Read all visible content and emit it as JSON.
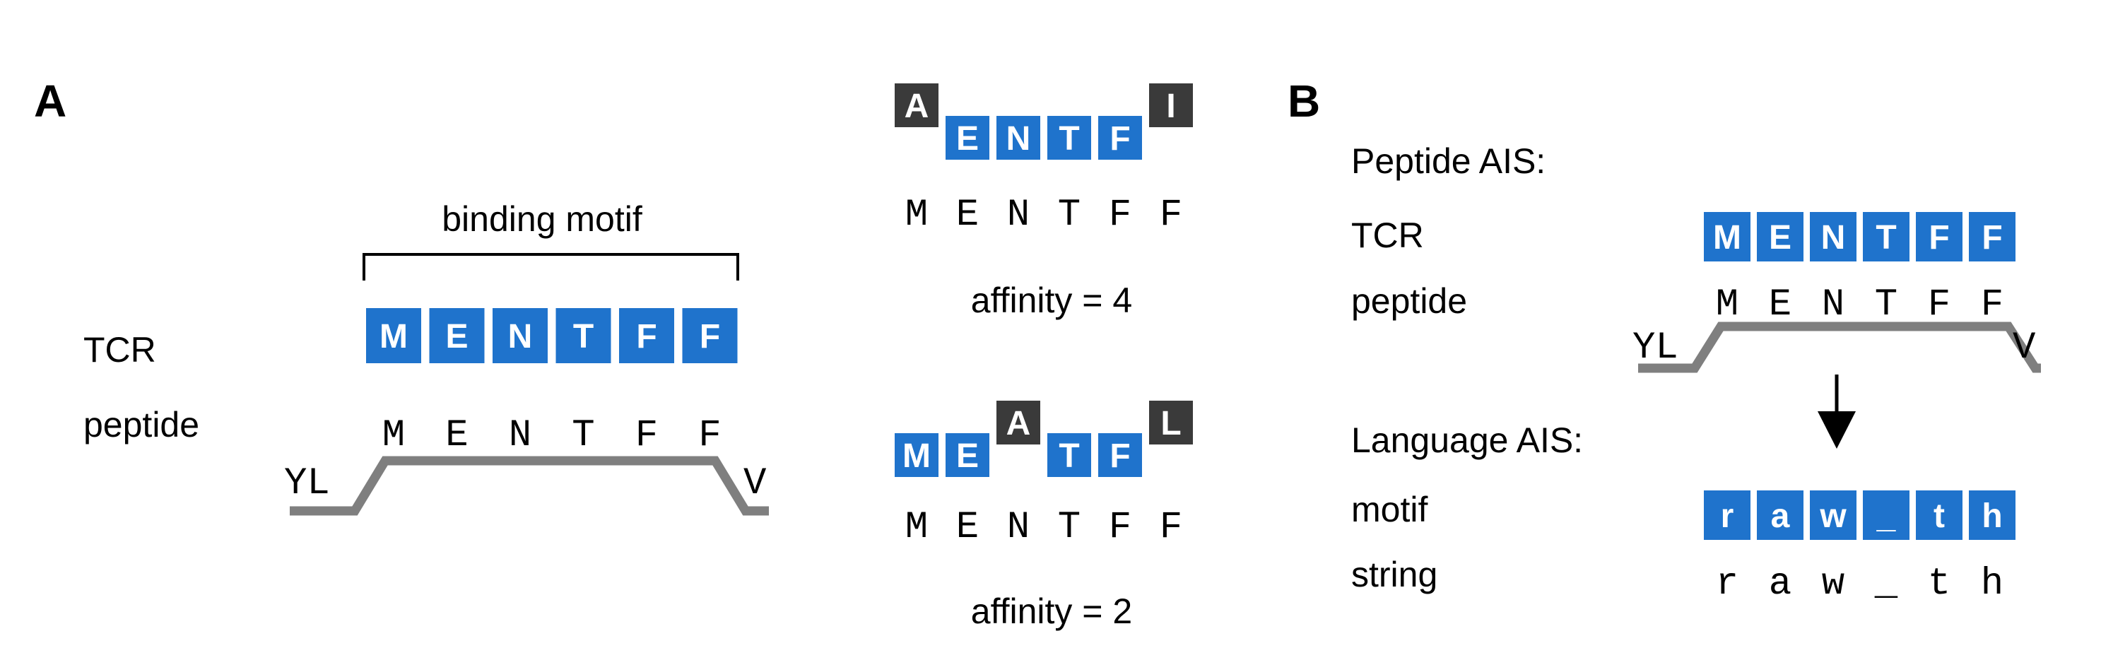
{
  "colors": {
    "tile_match": "#1f73cc",
    "tile_mismatch": "#3a3a3a",
    "backbone": "#7f7f7f",
    "text": "#000000"
  },
  "panel_a": {
    "letter": "A",
    "binding_motif_label": "binding motif",
    "tcr_label": "TCR",
    "peptide_label": "peptide",
    "tcr_tiles": [
      "M",
      "E",
      "N",
      "T",
      "F",
      "F"
    ],
    "peptide_sequence": [
      "M",
      "E",
      "N",
      "T",
      "F",
      "F"
    ],
    "peptide_left_flank": "YL",
    "peptide_right_flank": "V",
    "example_1": {
      "tiles": [
        {
          "letter": "A",
          "match": false
        },
        {
          "letter": "E",
          "match": true
        },
        {
          "letter": "N",
          "match": true
        },
        {
          "letter": "T",
          "match": true
        },
        {
          "letter": "F",
          "match": true
        },
        {
          "letter": "I",
          "match": false
        }
      ],
      "sequence": [
        "M",
        "E",
        "N",
        "T",
        "F",
        "F"
      ],
      "affinity_text": "affinity = 4"
    },
    "example_2": {
      "tiles": [
        {
          "letter": "M",
          "match": true
        },
        {
          "letter": "E",
          "match": true
        },
        {
          "letter": "A",
          "match": false
        },
        {
          "letter": "T",
          "match": true
        },
        {
          "letter": "F",
          "match": true
        },
        {
          "letter": "L",
          "match": false
        }
      ],
      "sequence": [
        "M",
        "E",
        "N",
        "T",
        "F",
        "F"
      ],
      "affinity_text": "affinity = 2"
    }
  },
  "panel_b": {
    "letter": "B",
    "peptide_ais_label": "Peptide AIS:",
    "tcr_label": "TCR",
    "peptide_label": "peptide",
    "tcr_tiles": [
      "M",
      "E",
      "N",
      "T",
      "F",
      "F"
    ],
    "peptide_sequence": [
      "M",
      "E",
      "N",
      "T",
      "F",
      "F"
    ],
    "peptide_left_flank": "YL",
    "peptide_right_flank": "V",
    "language_ais_label": "Language AIS:",
    "motif_label": "motif",
    "string_label": "string",
    "motif_tiles": [
      "r",
      "a",
      "w",
      "_",
      "t",
      "h"
    ],
    "string_sequence": [
      "r",
      "a",
      "w",
      "_",
      "t",
      "h"
    ]
  }
}
